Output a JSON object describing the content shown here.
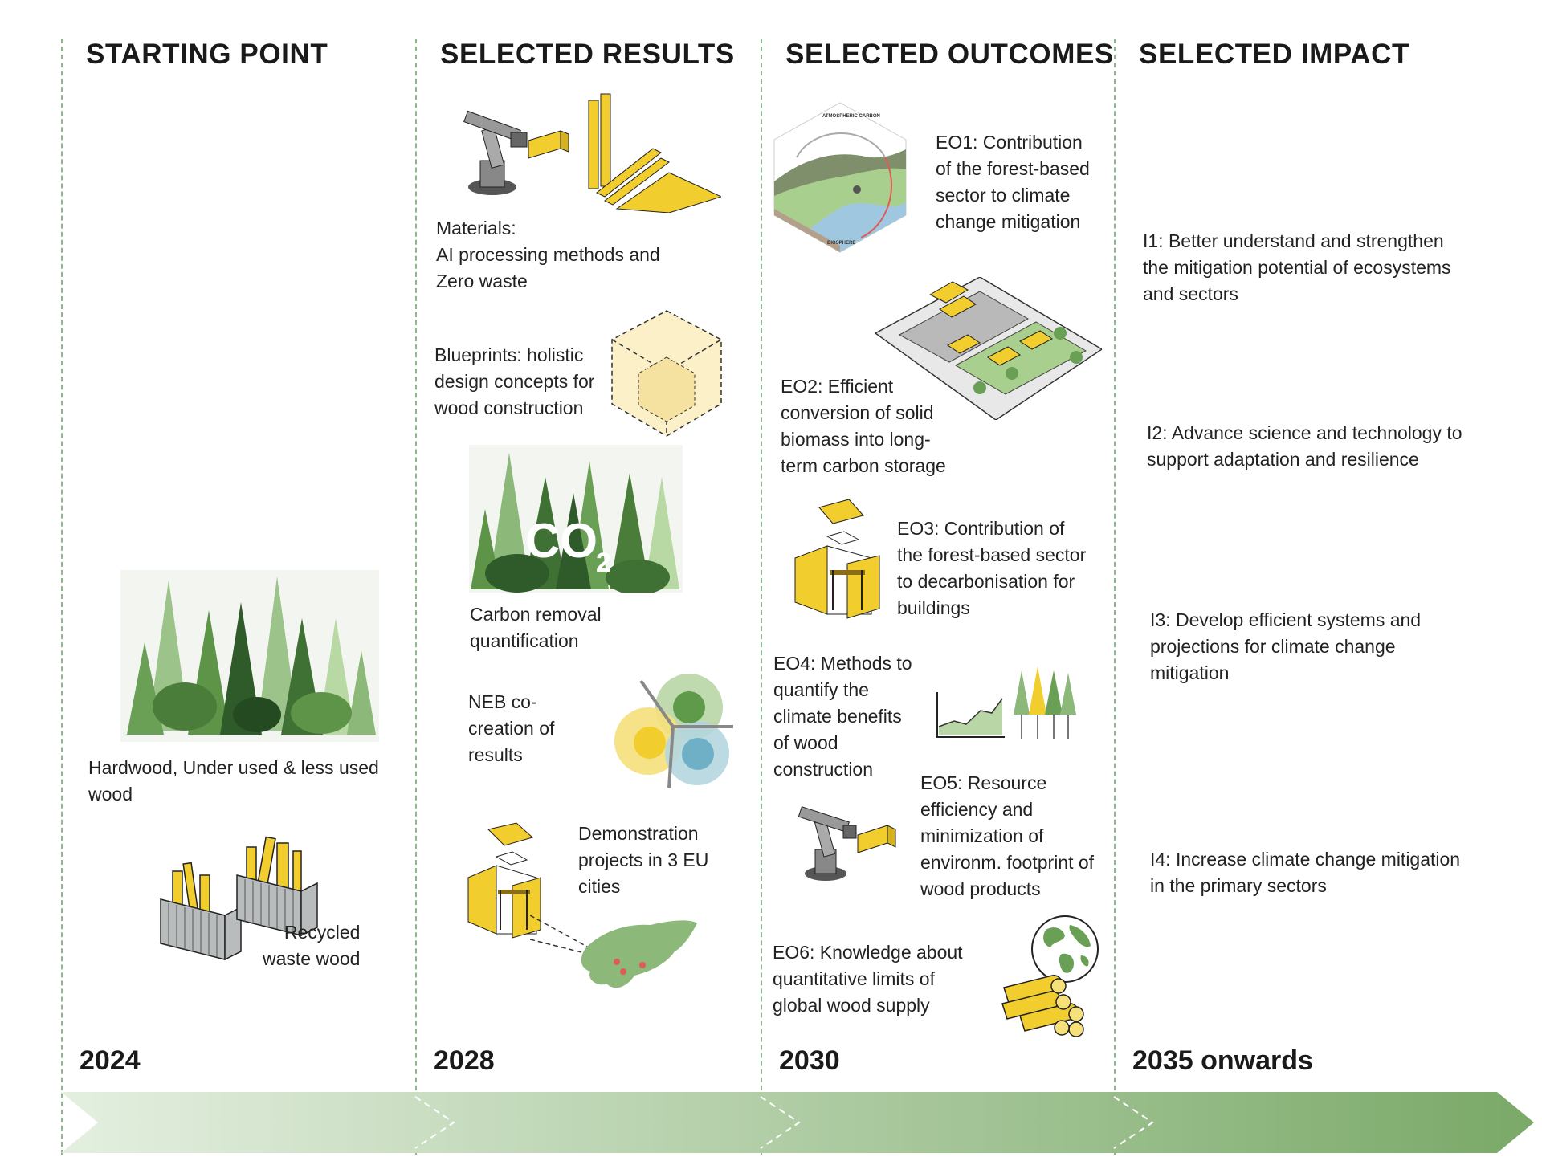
{
  "columns": [
    {
      "heading": "STARTING POINT",
      "year": "2024"
    },
    {
      "heading": "SELECTED RESULTS",
      "year": "2028"
    },
    {
      "heading": "SELECTED OUTCOMES",
      "year": "2030"
    },
    {
      "heading": "SELECTED IMPACT",
      "year": "2035 onwards"
    }
  ],
  "starting_point": {
    "hardwood": [
      "Hardwood, Under used & less used",
      "wood"
    ],
    "recycled": [
      "Recycled",
      "waste wood"
    ]
  },
  "results": {
    "materials": [
      "Materials:",
      "AI processing methods and",
      "Zero waste"
    ],
    "blueprints": [
      "Blueprints: holistic",
      "design concepts for",
      "wood construction"
    ],
    "carbon": [
      "Carbon removal",
      "quantification"
    ],
    "co2_label": "CO",
    "co2_sub": "2",
    "neb": [
      "NEB co-",
      "creation of",
      "results"
    ],
    "demo": [
      "Demonstration",
      "projects in 3 EU",
      "cities"
    ]
  },
  "outcomes": {
    "eo1": [
      "EO1: Contribution",
      "of the forest-based",
      "sector to climate",
      "change mitigation"
    ],
    "eo2": [
      "EO2: Efficient",
      "conversion of solid",
      "biomass into long-",
      "term carbon storage"
    ],
    "eo3": [
      "EO3: Contribution of",
      "the forest-based sector",
      "to decarbonisation for",
      "buildings"
    ],
    "eo4": [
      "EO4: Methods to",
      "quantify the",
      "climate benefits",
      "of wood",
      "construction"
    ],
    "eo5": [
      "EO5: Resource",
      "efficiency and",
      "minimization of",
      "environm. footprint of",
      "wood products"
    ],
    "eo6": [
      "EO6: Knowledge about",
      "quantitative limits of",
      "global wood supply"
    ],
    "cycle_labels": {
      "top": "ATMOSPHERIC CARBON",
      "bottom": "BIOSPHERE"
    }
  },
  "impact": {
    "i1": [
      "I1: Better understand and  strengthen",
      "the mitigation potential of ecosystems",
      "and sectors"
    ],
    "i2": [
      "I2: Advance science and technology to",
      "support adaptation and resilience"
    ],
    "i3": [
      "I3: Develop efficient systems and",
      "projections for climate change",
      "mitigation"
    ],
    "i4": [
      "I4: Increase climate change mitigation",
      "in the primary sectors"
    ]
  },
  "colors": {
    "accent_yellow": "#f2cd2e",
    "forest_dark": "#2f5a2a",
    "forest_light": "#8cb87a",
    "divider": "#8cb88a",
    "arrow_start": "#e4efe0",
    "arrow_end": "#7aa968"
  }
}
